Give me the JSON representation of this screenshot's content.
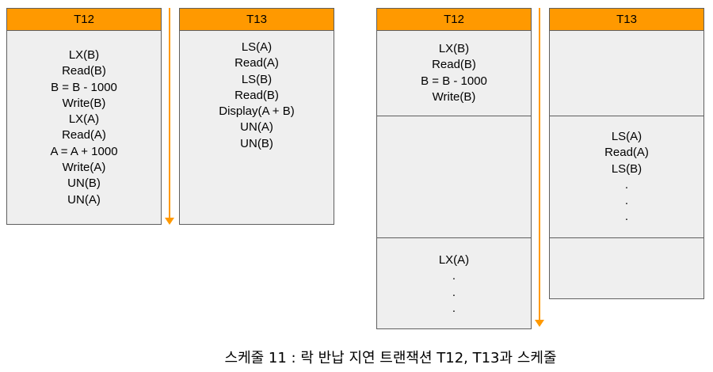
{
  "left": {
    "t12": {
      "header": "T12",
      "lines": [
        "LX(B)",
        "Read(B)",
        "B = B - 1000",
        "Write(B)",
        "LX(A)",
        "Read(A)",
        "A = A + 1000",
        "Write(A)",
        "UN(B)",
        "UN(A)"
      ]
    },
    "t13": {
      "header": "T13",
      "lines": [
        "LS(A)",
        "Read(A)",
        "LS(B)",
        "Read(B)",
        "Display(A + B)",
        "UN(A)",
        "UN(B)"
      ]
    }
  },
  "right": {
    "t12": {
      "header": "T12",
      "block1": [
        "LX(B)",
        "Read(B)",
        "B = B - 1000",
        "Write(B)"
      ],
      "block3": [
        "LX(A)",
        ".",
        ".",
        "."
      ]
    },
    "t13": {
      "header": "T13",
      "block2": [
        "LS(A)",
        "Read(A)",
        "LS(B)",
        ".",
        ".",
        "."
      ]
    }
  },
  "caption": "스케줄 11 : 락 반납 지연 트랜잭션 T12, T13과 스케줄",
  "colors": {
    "header": "#ff9900",
    "cell": "#efefef",
    "border": "#5f5f5f",
    "arrow": "#ff9900"
  }
}
